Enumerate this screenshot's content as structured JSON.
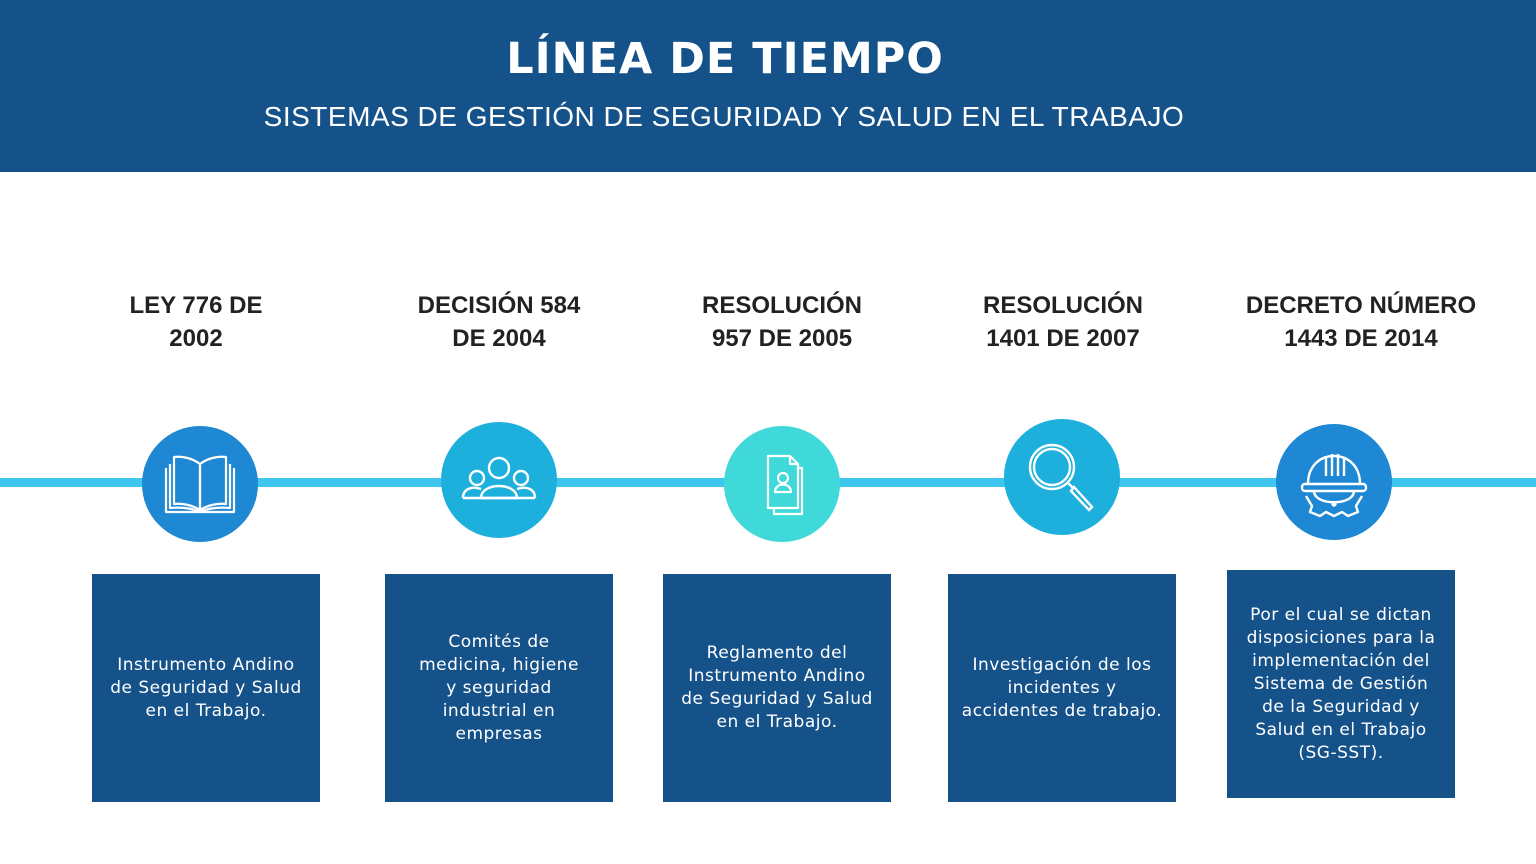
{
  "header": {
    "title": "LÍNEA DE TIEMPO",
    "subtitle": "SISTEMAS DE GESTIÓN DE SEGURIDAD Y SALUD EN EL TRABAJO"
  },
  "colors": {
    "header": "#15528a",
    "line": "#3ec6ee",
    "box": "#16528a",
    "circle_blue": "#1e88d4",
    "circle_cyan": "#1eb0dc",
    "circle_teal": "#3fd9d9"
  },
  "events": [
    {
      "heading": "LEY 776 DE\n2002",
      "icon": "open-book-icon",
      "text": "Instrumento Andino\nde Seguridad y Salud\nen el Trabajo."
    },
    {
      "heading": "DECISIÓN 584\nDE 2004",
      "icon": "group-people-icon",
      "text": "Comités de\nmedicina, higiene\ny seguridad\nindustrial en\nempresas"
    },
    {
      "heading": "RESOLUCIÓN\n957 DE 2005",
      "icon": "document-user-icon",
      "text": "Reglamento del\nInstrumento Andino\nde Seguridad y Salud\nen el Trabajo."
    },
    {
      "heading": "RESOLUCIÓN\n1401 DE 2007",
      "icon": "magnifying-glass-icon",
      "text": "Investigación de los\nincidentes y\naccidentes de trabajo."
    },
    {
      "heading": "DECRETO NÚMERO\n1443 DE 2014",
      "icon": "hard-hat-gear-icon",
      "text": "Por el cual se dictan\ndisposiciones para la\nimplementación del\nSistema de Gestión\nde la Seguridad y\nSalud en el Trabajo\n(SG-SST)."
    }
  ]
}
